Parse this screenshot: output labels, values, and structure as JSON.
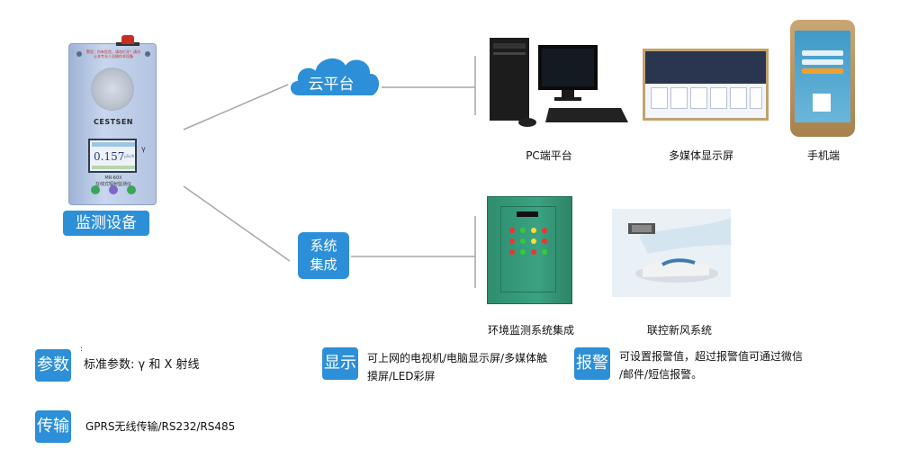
{
  "device": {
    "brand": "CESTSEN",
    "warning": "警告：内有危险，请勿打开！请勿让非专业人员操作本设备",
    "reading": "0.157",
    "unit": "μSv/h",
    "symbol": "γ",
    "model": "MR-60X",
    "model_desc": "在线式辐射监测仪",
    "label": "监测设备"
  },
  "cloud": {
    "label": "云平台"
  },
  "system": {
    "label_line1": "系统",
    "label_line2": "集成"
  },
  "targets": {
    "pc": "PC端平台",
    "media": "多媒体显示屏",
    "phone": "手机端",
    "env": "环境监测系统集成",
    "fresh": "联控新风系统"
  },
  "features": {
    "params": {
      "tag": "参数",
      "text": "标准参数: γ 和 X 射线"
    },
    "display": {
      "tag": "显示",
      "line1": "可上网的电视机/电脑显示屏/多媒体触",
      "line2": "摸屏/LED彩屏"
    },
    "alarm": {
      "tag": "报警",
      "line1": "可设置报警值，超过报警值可通过微信",
      "line2": "/邮件/短信报警。"
    },
    "transfer": {
      "tag": "传输",
      "text": "GPRS无线传输/RS232/RS485"
    }
  },
  "colors": {
    "accent": "#2d8fd8",
    "line": "#9aa0a6"
  }
}
